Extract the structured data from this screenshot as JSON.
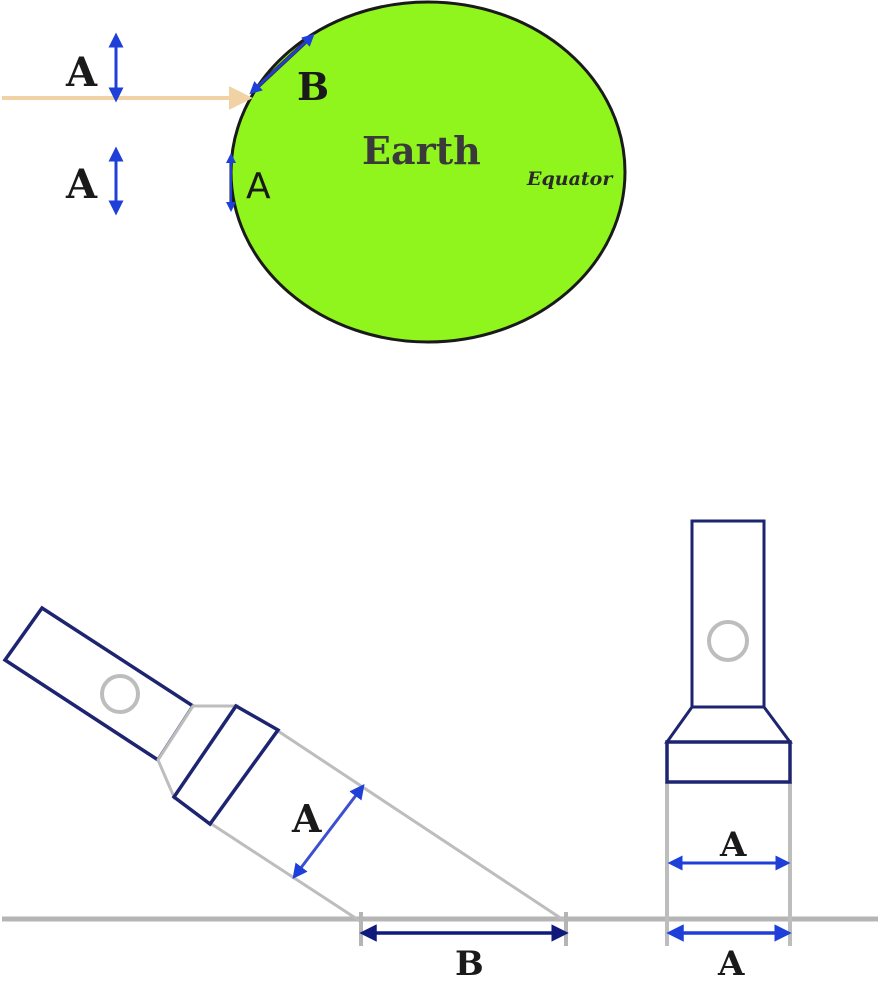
{
  "labels": {
    "a_left_top": "A",
    "a_left_bottom": "A",
    "b_earth": "B",
    "a_earth": "A",
    "earth": "Earth",
    "equator": "Equator",
    "a_tilted": "A",
    "b_ground": "B",
    "a_upright_beam": "A",
    "a_upright_ground": "A"
  },
  "colors": {
    "earth_fill": "#8ff51d",
    "earth_outline": "#1a1a1a",
    "sun_ray": "#f0d2a4",
    "arrow_blue": "#1f3fd9",
    "arrow_navy": "#0f1a7a",
    "flashlight_outline": "#1d2470",
    "beam_gray": "#bdbdbd",
    "ground": "#b5b5b5",
    "text_dark": "#1a1a1a"
  }
}
